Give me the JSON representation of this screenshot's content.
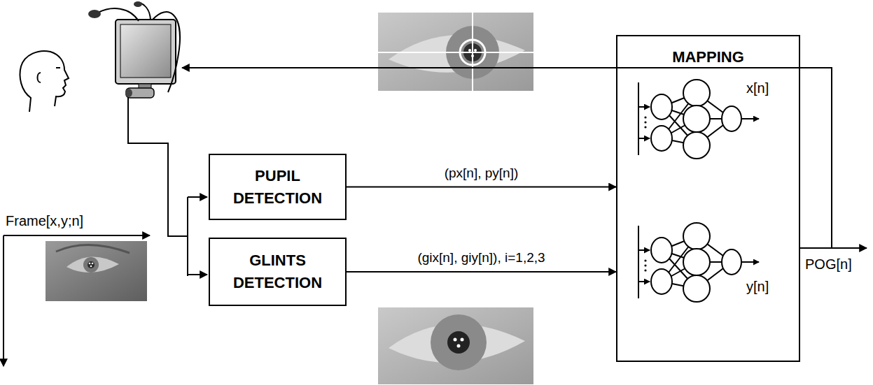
{
  "diagram": {
    "nodes": [
      {
        "text": [
          "PUPIL DETECTION"
        ]
      },
      {
        "text": [
          "GLINTS DETECTION"
        ]
      },
      {
        "text": [
          "MAPPING"
        ]
      }
    ],
    "edges": [
      {
        "from": 0,
        "to": 2,
        "arrow": "to",
        "label": "(px[n], py[n])"
      },
      {
        "from": 1,
        "to": 2,
        "arrow": "to",
        "label": "(gix[n], giy[n]), i=1,2,3"
      }
    ],
    "labels": [
      "Frame[x,y;n]",
      "x[n]",
      "y[n]",
      "POG[n]"
    ]
  }
}
